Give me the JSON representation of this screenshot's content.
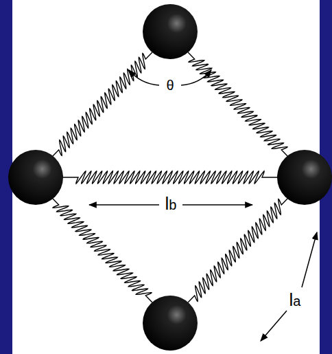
{
  "diagram": {
    "labels": [
      "θ",
      "lb",
      "la"
    ]
  }
}
